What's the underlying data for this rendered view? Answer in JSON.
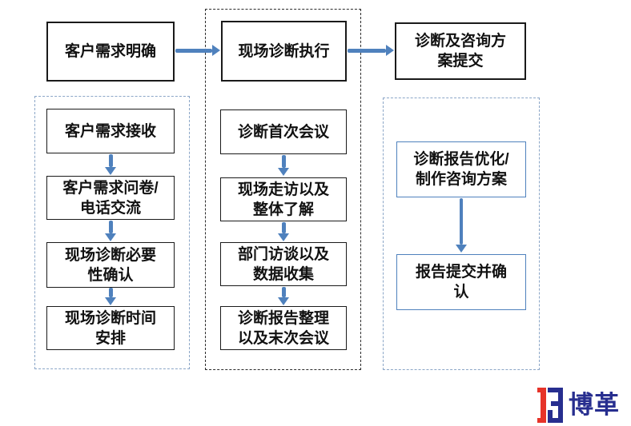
{
  "diagram": {
    "type": "flowchart",
    "direction": "three phase columns, top phases flow left-to-right, steps flow top-to-bottom"
  },
  "phases": [
    {
      "label": "客户需求明确",
      "steps": [
        "客户需求接收",
        "客户需求问卷/电话交流",
        "现场诊断必要性确认",
        "现场诊断时间安排"
      ]
    },
    {
      "label": "现场诊断执行",
      "steps": [
        "诊断首次会议",
        "现场走访以及整体了解",
        "部门访谈以及数据收集",
        "诊断报告整理以及末次会议"
      ]
    },
    {
      "label": "诊断及咨询方案提交",
      "steps": [
        "诊断报告优化/制作咨询方案",
        "报告提交并确认"
      ]
    }
  ],
  "logo": {
    "text": "博革"
  },
  "colors": {
    "arrow": "#4f81bd",
    "dash-blue": "#8ba6c7",
    "dash-black": "#2b2b2b",
    "box-border": "#1a1a1a",
    "box-border-blue": "#4f81bd",
    "logo-red": "#e63329",
    "logo-blue": "#272e8f",
    "text": "#111111"
  }
}
